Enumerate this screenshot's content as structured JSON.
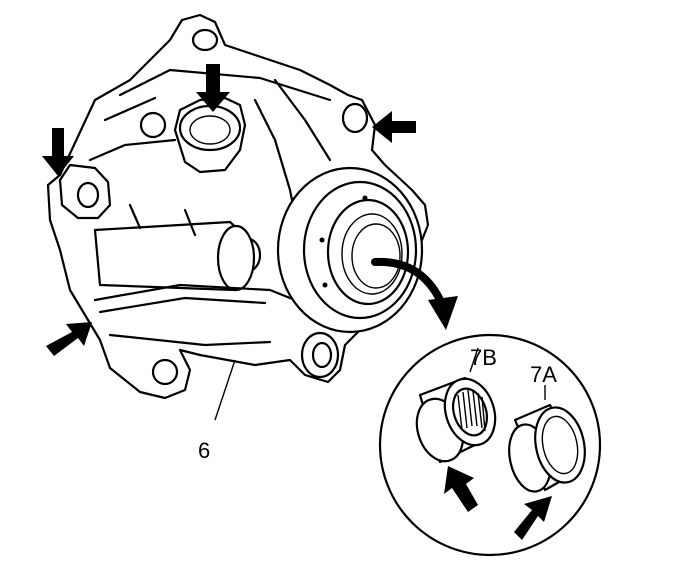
{
  "labels": {
    "housing": "6",
    "bearing_b": "7B",
    "bearing_a": "7A"
  },
  "colors": {
    "line": "#000000",
    "background": "#ffffff"
  }
}
